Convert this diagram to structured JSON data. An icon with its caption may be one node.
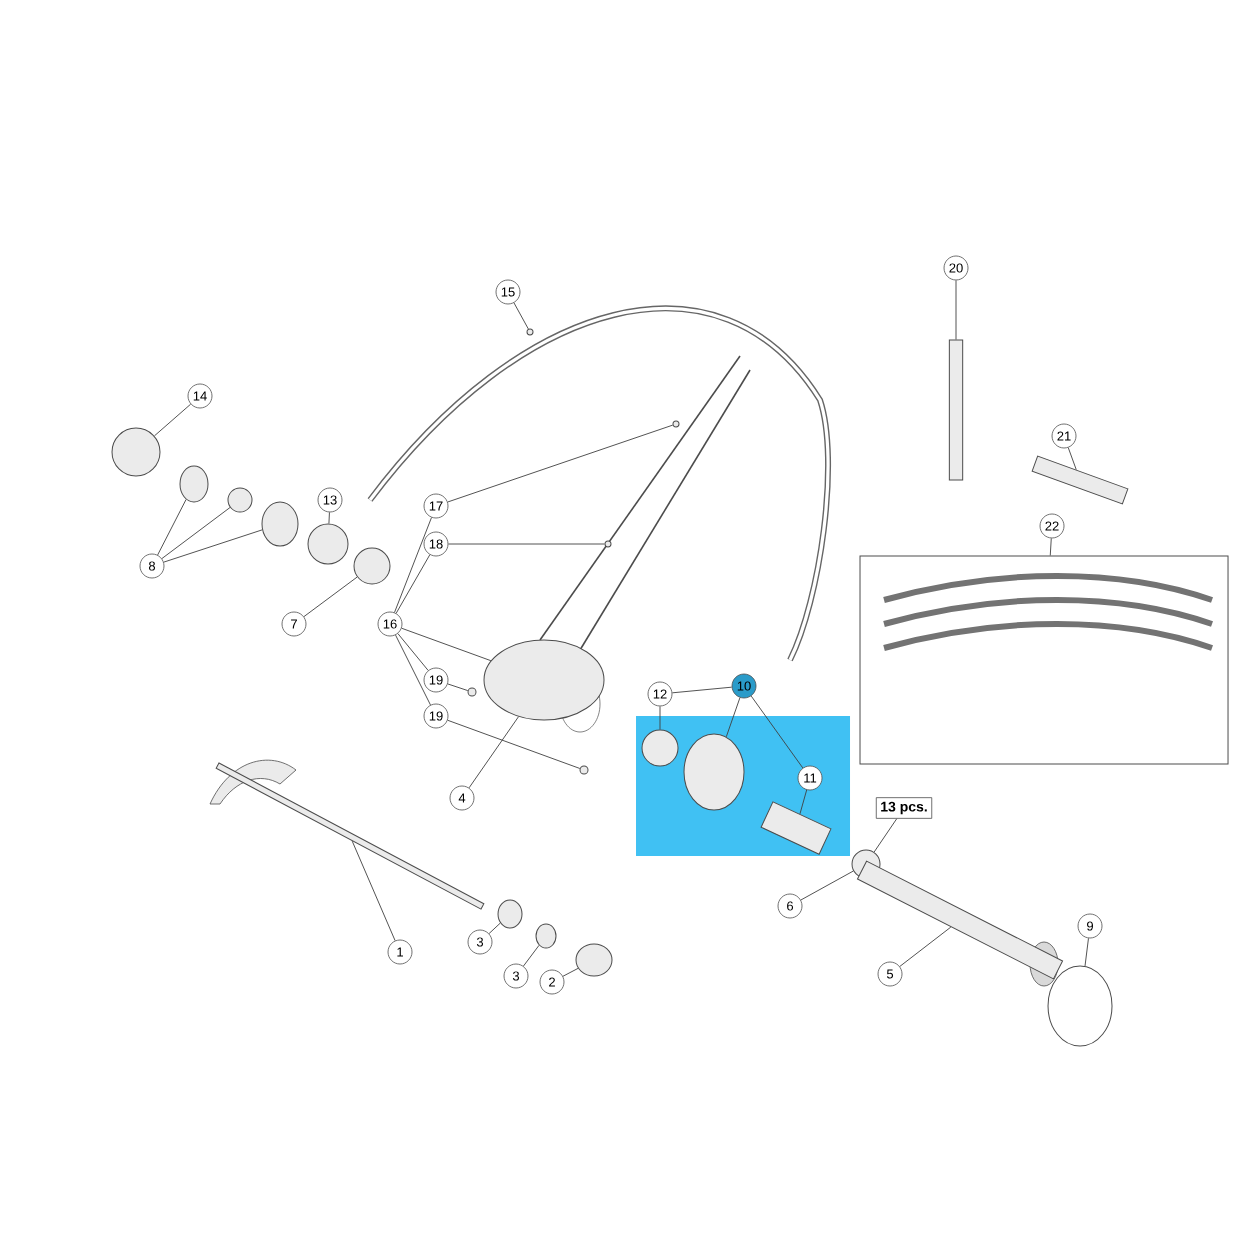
{
  "diagram": {
    "nodes": [
      {
        "text": [
          "14"
        ]
      },
      {
        "text": [],
        "shape": "circle"
      },
      {
        "text": [
          "13"
        ]
      },
      {
        "text": [],
        "shape": "circle"
      },
      {
        "text": [
          "8"
        ]
      },
      {
        "text": [],
        "shape": "circle"
      },
      {
        "text": [],
        "shape": "circle"
      },
      {
        "text": [],
        "shape": "circle"
      },
      {
        "text": [
          "7"
        ]
      },
      {
        "text": [],
        "shape": "circle"
      },
      {
        "text": [
          "15"
        ]
      },
      {
        "text": [],
        "shape": "circle"
      },
      {
        "text": [
          "16"
        ]
      },
      {
        "text": [
          "17"
        ]
      },
      {
        "text": [
          "18"
        ]
      },
      {
        "text": [
          "19"
        ]
      },
      {
        "text": [
          "19"
        ]
      },
      {
        "text": [],
        "shape": "circle"
      },
      {
        "text": [],
        "shape": "circle"
      },
      {
        "text": [],
        "shape": "circle"
      },
      {
        "text": [],
        "shape": "circle"
      },
      {
        "text": [],
        "shape": "circle"
      },
      {
        "text": [
          "12"
        ]
      },
      {
        "text": [],
        "shape": "circle"
      },
      {
        "text": [
          "10"
        ]
      },
      {
        "text": [],
        "shape": "circle"
      },
      {
        "text": [
          "11"
        ]
      },
      {
        "text": [],
        "shape": "box"
      },
      {
        "text": [
          "13 pcs."
        ]
      },
      {
        "text": [],
        "shape": "circle"
      },
      {
        "text": [
          "6"
        ]
      },
      {
        "text": [
          "5"
        ]
      },
      {
        "text": [],
        "shape": "box"
      },
      {
        "text": [
          "4"
        ]
      },
      {
        "text": [
          "9"
        ]
      },
      {
        "text": [],
        "shape": "circle"
      },
      {
        "text": [
          "1"
        ]
      },
      {
        "text": [],
        "shape": "box"
      },
      {
        "text": [
          "3"
        ]
      },
      {
        "text": [],
        "shape": "circle"
      },
      {
        "text": [
          "3"
        ]
      },
      {
        "text": [],
        "shape": "circle"
      },
      {
        "text": [
          "2"
        ]
      },
      {
        "text": [],
        "shape": "circle"
      },
      {
        "text": [
          "20"
        ]
      },
      {
        "text": [],
        "shape": "box"
      },
      {
        "text": [
          "21"
        ]
      },
      {
        "text": [],
        "shape": "box"
      },
      {
        "text": [
          "22"
        ]
      },
      {
        "text": [],
        "shape": "box"
      }
    ],
    "edges": [
      {
        "from": 0,
        "to": 1,
        "arrow": "none"
      },
      {
        "from": 2,
        "to": 3,
        "arrow": "none"
      },
      {
        "from": 4,
        "to": 5,
        "arrow": "none"
      },
      {
        "from": 4,
        "to": 6,
        "arrow": "none"
      },
      {
        "from": 4,
        "to": 7,
        "arrow": "none"
      },
      {
        "from": 8,
        "to": 9,
        "arrow": "none"
      },
      {
        "from": 10,
        "to": 11,
        "arrow": "none"
      },
      {
        "from": 12,
        "to": 13,
        "arrow": "none"
      },
      {
        "from": 12,
        "to": 14,
        "arrow": "none"
      },
      {
        "from": 12,
        "to": 15,
        "arrow": "none"
      },
      {
        "from": 12,
        "to": 16,
        "arrow": "none"
      },
      {
        "from": 12,
        "to": 21,
        "arrow": "none"
      },
      {
        "from": 13,
        "to": 17,
        "arrow": "none"
      },
      {
        "from": 14,
        "to": 18,
        "arrow": "none"
      },
      {
        "from": 15,
        "to": 19,
        "arrow": "none"
      },
      {
        "from": 16,
        "to": 20,
        "arrow": "none"
      },
      {
        "from": 22,
        "to": 23,
        "arrow": "none"
      },
      {
        "from": 24,
        "to": 25,
        "arrow": "none"
      },
      {
        "from": 24,
        "to": 22,
        "arrow": "none"
      },
      {
        "from": 24,
        "to": 26,
        "arrow": "none"
      },
      {
        "from": 26,
        "to": 27,
        "arrow": "none"
      },
      {
        "from": 28,
        "to": 29,
        "arrow": "none"
      },
      {
        "from": 30,
        "to": 29,
        "arrow": "none"
      },
      {
        "from": 31,
        "to": 32,
        "arrow": "none"
      },
      {
        "from": 33,
        "to": 21,
        "arrow": "none"
      },
      {
        "from": 34,
        "to": 35,
        "arrow": "none"
      },
      {
        "from": 36,
        "to": 37,
        "arrow": "none"
      },
      {
        "from": 38,
        "to": 39,
        "arrow": "none"
      },
      {
        "from": 40,
        "to": 41,
        "arrow": "none"
      },
      {
        "from": 42,
        "to": 43,
        "arrow": "none"
      },
      {
        "from": 44,
        "to": 45,
        "arrow": "none"
      },
      {
        "from": 46,
        "to": 47,
        "arrow": "none"
      },
      {
        "from": 48,
        "to": 49,
        "arrow": "none"
      }
    ]
  }
}
